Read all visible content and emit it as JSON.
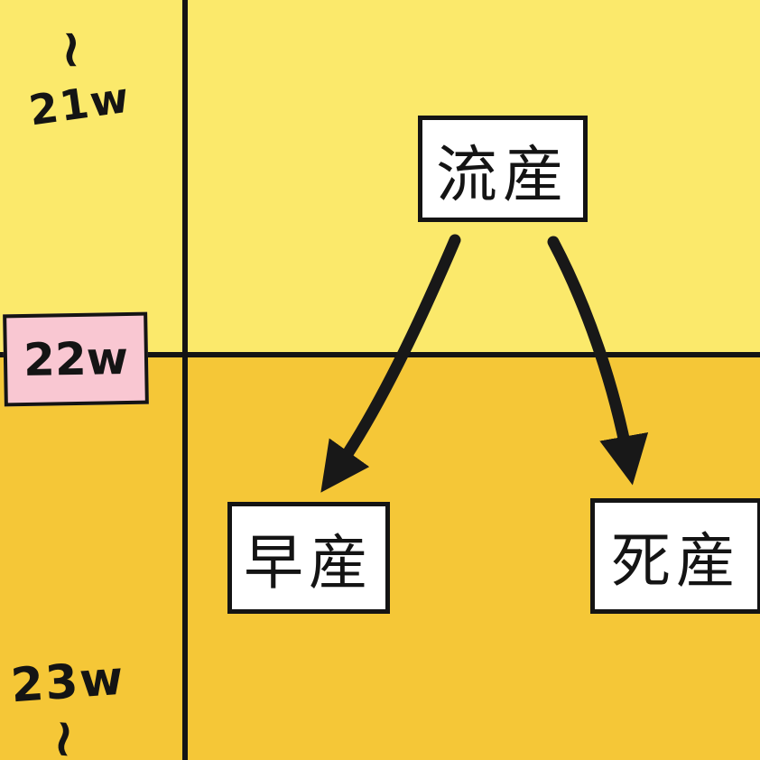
{
  "colors": {
    "top_background": "#FBE96B",
    "bottom_background": "#F5C737",
    "pink_highlight": "#F9C7D2",
    "line": "#141414",
    "node_background": "#FFFFFF",
    "text": "#141414"
  },
  "timeline": {
    "tilde_top": "~",
    "week_21": "21w",
    "week_22": "22w",
    "week_23": "23w",
    "tilde_bottom": "~"
  },
  "nodes": {
    "miscarriage": "流産",
    "preterm_birth": "早産",
    "stillbirth": "死産"
  }
}
